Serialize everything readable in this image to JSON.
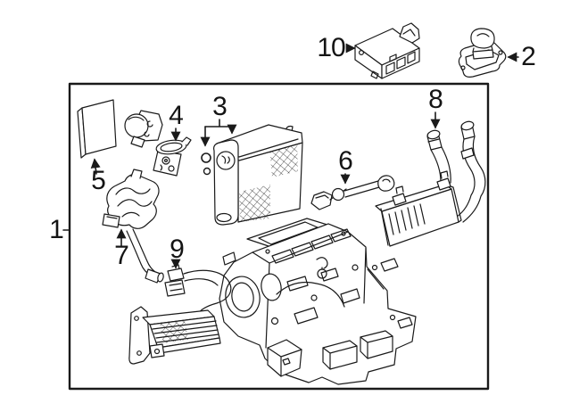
{
  "figure": {
    "kind": "exploded-parts-diagram",
    "background": "#ffffff",
    "line_color": "#1a1a1a",
    "callouts": [
      {
        "label": "1"
      },
      {
        "label": "2"
      },
      {
        "label": "3"
      },
      {
        "label": "4"
      },
      {
        "label": "5"
      },
      {
        "label": "6"
      },
      {
        "label": "7"
      },
      {
        "label": "8"
      },
      {
        "label": "9"
      },
      {
        "label": "10"
      }
    ]
  }
}
